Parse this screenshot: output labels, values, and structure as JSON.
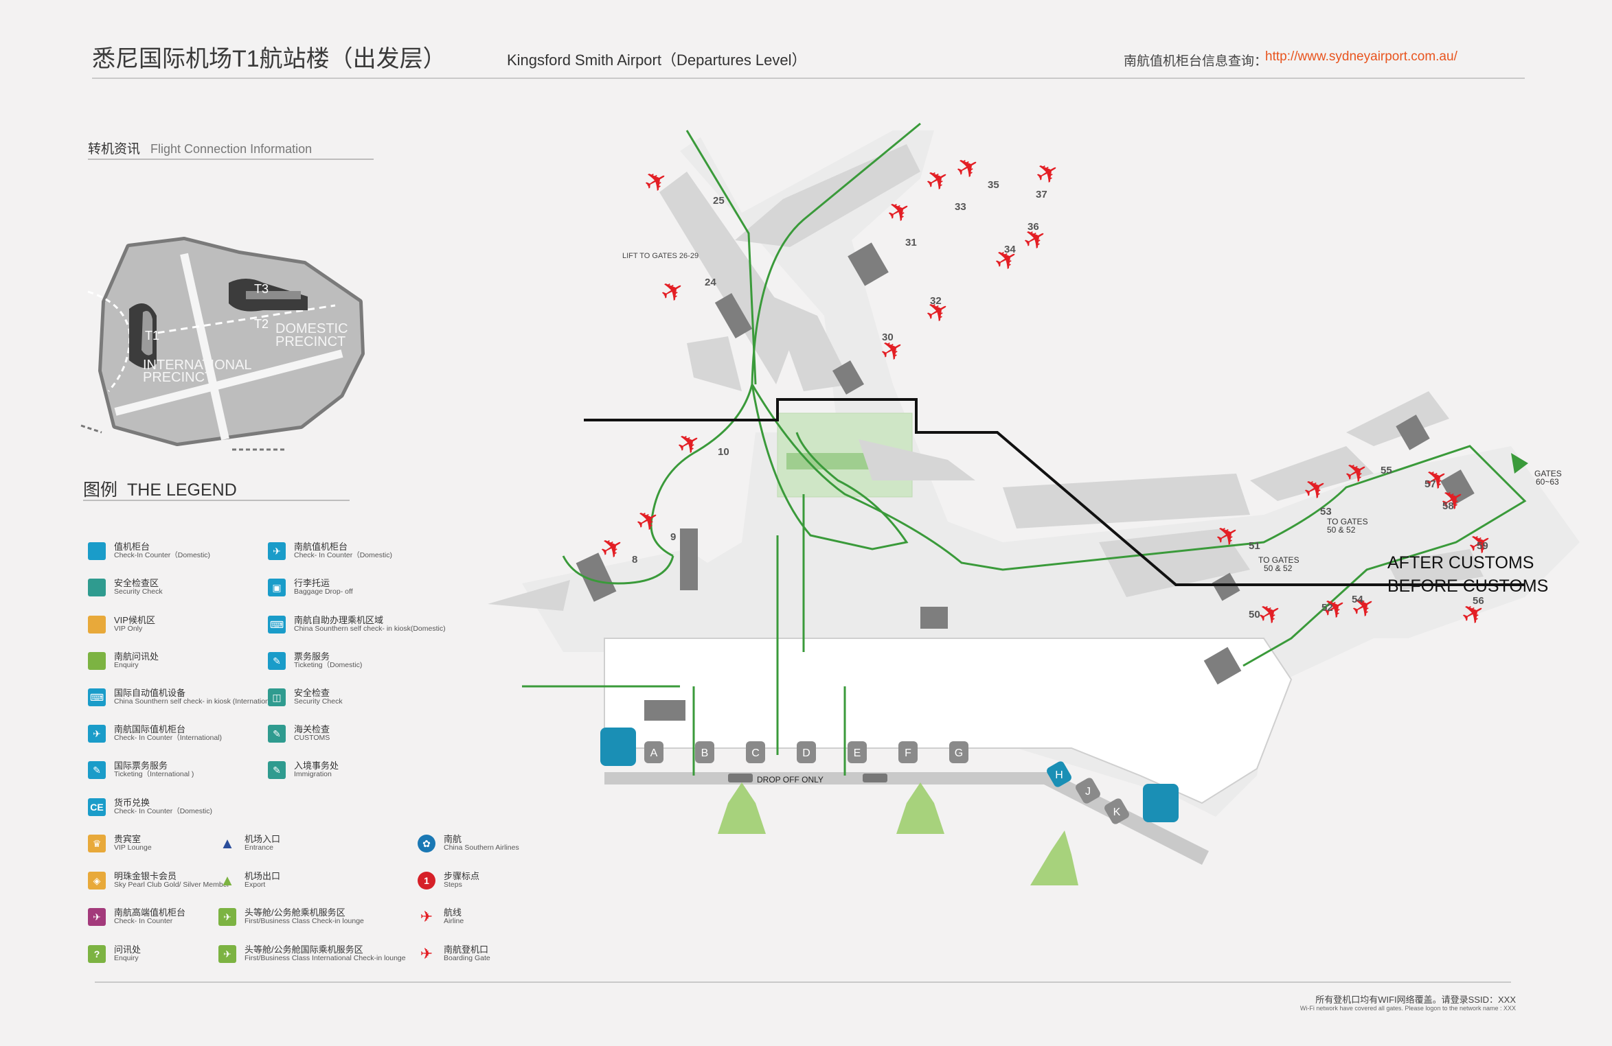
{
  "header": {
    "title_cn": "悉尼国际机场T1航站楼（出发层）",
    "title_en": "Kingsford Smith Airport（Departures Level）",
    "info_label": "南航值机柜台信息查询：",
    "info_url": "http://www.sydneyairport.com.au/"
  },
  "overview": {
    "heading_cn": "转机资讯",
    "heading_en": "Flight Connection Information",
    "labels": {
      "t1": "T1",
      "t2": "T2",
      "t3": "T3",
      "domestic_1": "DOMESTIC",
      "domestic_2": "PRECINCT",
      "international_1": "INTERNATIONAL",
      "international_2": "PRECINCT"
    }
  },
  "legend": {
    "title_cn": "图例",
    "title_en": "THE LEGEND",
    "items": [
      {
        "cn": "值机柜台",
        "en": "Check-In Counter（Domestic)",
        "color": "#1a9cc9",
        "glyph": "",
        "icon": "checkin-counter-icon"
      },
      {
        "cn": "安全检查区",
        "en": "Security Check",
        "color": "#2f9b8f",
        "glyph": "",
        "icon": "security-area-icon"
      },
      {
        "cn": "VIP候机区",
        "en": "VIP Only",
        "color": "#e8a93a",
        "glyph": "",
        "icon": "vip-area-icon"
      },
      {
        "cn": "南航问讯处",
        "en": "Enquiry",
        "color": "#7cb342",
        "glyph": "",
        "icon": "enquiry-area-icon"
      },
      {
        "cn": "国际自动值机设备",
        "en": "China Sounthern self check- in kiosk (International)",
        "color": "#1a9cc9",
        "glyph": "⌨",
        "icon": "kiosk-international-icon"
      },
      {
        "cn": "南航国际值机柜台",
        "en": "Check- In Counter（International)",
        "color": "#1a9cc9",
        "glyph": "✈",
        "icon": "international-counter-icon"
      },
      {
        "cn": "国际票务服务",
        "en": "Ticketing（International )",
        "color": "#1a9cc9",
        "glyph": "✎",
        "icon": "ticketing-international-icon"
      },
      {
        "cn": "货币兑换",
        "en": "Check- In Counter（Domestic)",
        "color": "#1a9cc9",
        "glyph": "CE",
        "icon": "currency-exchange-icon"
      },
      {
        "cn": "南航值机柜台",
        "en": "Check- In Counter（Domestic)",
        "color": "#1a9cc9",
        "glyph": "✈",
        "icon": "cs-counter-icon"
      },
      {
        "cn": "行李托运",
        "en": "Baggage Drop- off",
        "color": "#1a9cc9",
        "glyph": "▣",
        "icon": "baggage-icon"
      },
      {
        "cn": "南航自助办理乘机区域",
        "en": "China Sounthern self check- in kiosk(Domestic)",
        "color": "#1a9cc9",
        "glyph": "⌨",
        "icon": "kiosk-domestic-icon"
      },
      {
        "cn": "票务服务",
        "en": "Ticketing（Domestic)",
        "color": "#1a9cc9",
        "glyph": "✎",
        "icon": "ticketing-icon"
      },
      {
        "cn": "安全检查",
        "en": "Security Check",
        "color": "#2f9b8f",
        "glyph": "◫",
        "icon": "security-check-icon"
      },
      {
        "cn": "海关检查",
        "en": "CUSTOMS",
        "color": "#2f9b8f",
        "glyph": "✎",
        "icon": "customs-icon"
      },
      {
        "cn": "入境事务处",
        "en": "Immigration",
        "color": "#2f9b8f",
        "glyph": "✎",
        "icon": "immigration-icon"
      },
      {
        "cn": "贵宾室",
        "en": "VIP Lounge",
        "color": "#e8a93a",
        "glyph": "♛",
        "icon": "vip-lounge-icon"
      },
      {
        "cn": "明珠金银卡会员",
        "en": "Sky Pearl Club Gold/ Silver Member",
        "color": "#e8a93a",
        "glyph": "◈",
        "icon": "pearl-member-icon"
      },
      {
        "cn": "南航高端值机柜台",
        "en": "Check- In Counter",
        "color": "#a33a7b",
        "glyph": "✈",
        "icon": "premium-counter-icon"
      },
      {
        "cn": "问讯处",
        "en": "Enquiry",
        "color": "#7cb342",
        "glyph": "?",
        "icon": "enquiry-icon"
      },
      {
        "cn": "机场入口",
        "en": "Entrance",
        "color": "none",
        "glyph": "▲",
        "icon": "entrance-icon"
      },
      {
        "cn": "机场出口",
        "en": "Export",
        "color": "none",
        "glyph": "▲",
        "icon": "exit-icon"
      },
      {
        "cn": "头等舱/公务舱乘机服务区",
        "en": "First/Business Class Check-in lounge",
        "color": "#7cb342",
        "glyph": "✈",
        "icon": "first-class-icon"
      },
      {
        "cn": "头等舱/公务舱国际乘机服务区",
        "en": "First/Business Class International Check-in lounge",
        "color": "#7cb342",
        "glyph": "✈",
        "icon": "first-class-intl-icon"
      },
      {
        "cn": "南航",
        "en": "China Southern Airlines",
        "color": "#1a78b4",
        "glyph": "✿",
        "icon": "csa-logo-icon"
      },
      {
        "cn": "步骤标点",
        "en": "Steps",
        "color": "#d62028",
        "glyph": "1",
        "icon": "step-marker-icon"
      },
      {
        "cn": "航线",
        "en": "Airline",
        "color": "none",
        "glyph": "✈",
        "icon": "airline-icon"
      },
      {
        "cn": "南航登机口",
        "en": "Boarding Gate",
        "color": "none",
        "glyph": "✈",
        "icon": "boarding-gate-icon"
      }
    ]
  },
  "map": {
    "gates": [
      "8",
      "9",
      "10",
      "24",
      "25",
      "30",
      "31",
      "32",
      "33",
      "34",
      "35",
      "36",
      "37",
      "50",
      "51",
      "52",
      "53",
      "54",
      "55",
      "56",
      "57",
      "58",
      "59"
    ],
    "counters": [
      "A",
      "B",
      "C",
      "D",
      "E",
      "F",
      "G",
      "H",
      "J",
      "K"
    ],
    "lift_label": "LIFT TO GATES 26-29",
    "to_gates_1": "TO GATES",
    "to_gates_1b": "50 & 52",
    "to_gates_2": "TO GATES",
    "to_gates_2b": "50 & 52",
    "gates_far_1": "GATES",
    "gates_far_2": "60~63",
    "drop_off": "DROP OFF ONLY",
    "after_customs": "AFTER CUSTOMS",
    "before_customs": "BEFORE CUSTOMS"
  },
  "footer": {
    "cn": "所有登机口均有WIFI网络覆盖。请登录SSID：XXX",
    "en": "Wi-Fi network have covered all gates. Please logon to the network name : XXX"
  },
  "colors": {
    "accent_red": "#e31e24",
    "route_green": "#3a9a3a",
    "counter_blue": "#1a8fb5",
    "lounge_green": "#cfe6c6",
    "building": "#dcdcdc"
  }
}
